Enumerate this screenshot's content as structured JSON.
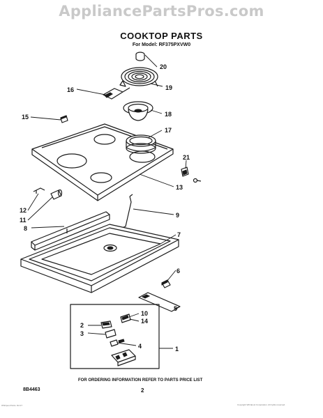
{
  "watermark": "AppliancePartsPros.com",
  "title": "COOKTOP PARTS",
  "model_line": "For Model: RF375PXVW0",
  "footer": {
    "ordering_info": "FOR ORDERING INFORMATION REFER TO PARTS PRICE LIST",
    "page_number": "2",
    "diagram_code": "8B4463",
    "fine_left": "Whirlpool Parts. Dd 27",
    "fine_right": "Copyright Whirlpool Corporation. All rights reserved."
  },
  "callouts": {
    "c1": "1",
    "c2": "2",
    "c3": "3",
    "c4": "4",
    "c5": "5",
    "c6": "6",
    "c7": "7",
    "c8": "8",
    "c9": "9",
    "c10": "10",
    "c11": "11",
    "c12": "12",
    "c13": "13",
    "c14": "14",
    "c15": "15",
    "c16": "16",
    "c17": "17",
    "c18": "18",
    "c19": "19",
    "c20": "20",
    "c21": "21"
  }
}
